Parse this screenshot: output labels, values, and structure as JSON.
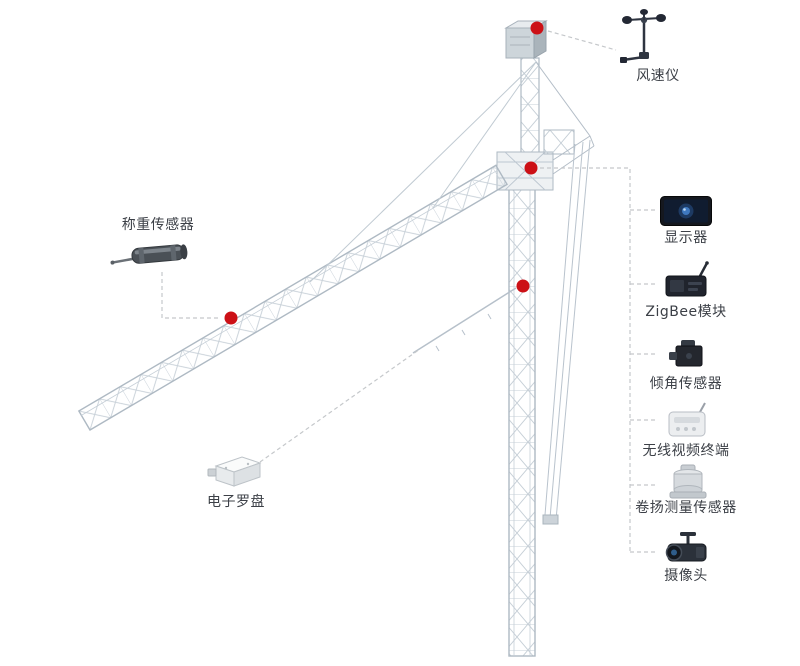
{
  "diagram": {
    "subject": "tower-crane-sensor-monitoring",
    "background": "#ffffff"
  },
  "colors": {
    "marker": "#cc1016",
    "crane_line": "#b9c3cd",
    "dashed_line": "#c5c8cb",
    "label_text": "#3c4047"
  },
  "callouts": {
    "anemometer": {
      "label": "风速仪",
      "icon": "anemometer-icon"
    },
    "load_cell": {
      "label": "称重传感器",
      "icon": "load-cell-icon"
    },
    "compass": {
      "label": "电子罗盘",
      "icon": "compass-icon"
    }
  },
  "right_panel": {
    "items": [
      {
        "id": "monitor",
        "label": "显示器",
        "icon": "monitor-icon"
      },
      {
        "id": "zigbee-module",
        "label": "ZigBee模块",
        "icon": "zigbee-module-icon"
      },
      {
        "id": "tilt-sensor",
        "label": "倾角传感器",
        "icon": "tilt-sensor-icon"
      },
      {
        "id": "wireless-video",
        "label": "无线视频终端",
        "icon": "wireless-video-icon"
      },
      {
        "id": "hoist-sensor",
        "label": "卷扬测量传感器",
        "icon": "hoist-sensor-icon"
      },
      {
        "id": "camera",
        "label": "摄像头",
        "icon": "camera-icon"
      }
    ]
  },
  "markers": [
    {
      "id": "marker-anemometer"
    },
    {
      "id": "marker-slewing"
    },
    {
      "id": "marker-tower"
    },
    {
      "id": "marker-jib"
    }
  ]
}
